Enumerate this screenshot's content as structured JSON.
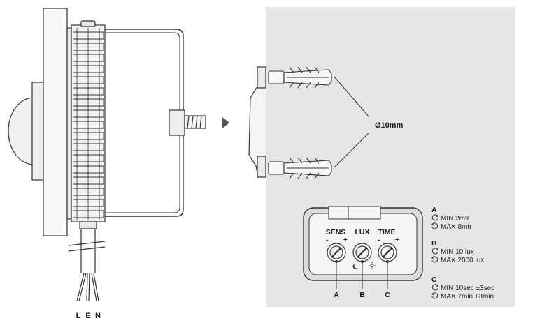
{
  "wires": {
    "labels": [
      "L",
      "E",
      "N"
    ]
  },
  "drill": {
    "diameter": "Ø10mm"
  },
  "controls": {
    "knobs": [
      {
        "letter": "A",
        "name": "SENS",
        "minus": "-",
        "plus": "+"
      },
      {
        "letter": "B",
        "name": "LUX",
        "minus": "",
        "plus": ""
      },
      {
        "letter": "C",
        "name": "TIME",
        "minus": "-",
        "plus": "+"
      }
    ]
  },
  "specs": [
    {
      "letter": "A",
      "min": "MIN 2mtr",
      "max": "MAX 8mtr"
    },
    {
      "letter": "B",
      "min": "MIN 10 lux",
      "max": "MAX 2000 lux"
    },
    {
      "letter": "C",
      "min": "MIN 10sec ±3sec",
      "max": "MAX 7min ±3min"
    }
  ],
  "colors": {
    "panel": "#e6e6e6",
    "line": "#333333",
    "body": "#f4f4f4"
  },
  "icons": {
    "rotate_ccw": "rotate-ccw-icon",
    "rotate_cw": "rotate-cw-icon",
    "moon": "moon-icon",
    "sun": "sun-icon",
    "arrow": "arrow-right-icon"
  }
}
